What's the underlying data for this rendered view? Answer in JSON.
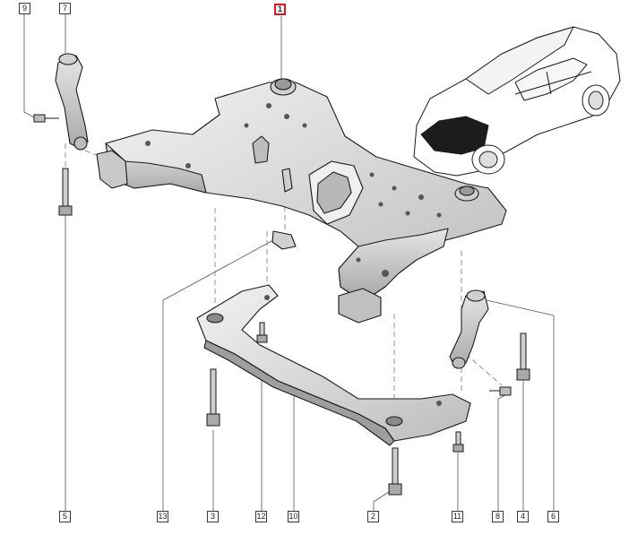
{
  "diagram": {
    "callouts": [
      {
        "id": "9",
        "label": "9",
        "highlight": false
      },
      {
        "id": "7",
        "label": "7",
        "highlight": false
      },
      {
        "id": "1",
        "label": "1",
        "highlight": true
      },
      {
        "id": "5",
        "label": "5",
        "highlight": false
      },
      {
        "id": "13",
        "label": "13",
        "highlight": false
      },
      {
        "id": "3",
        "label": "3",
        "highlight": false
      },
      {
        "id": "12",
        "label": "12",
        "highlight": false
      },
      {
        "id": "10",
        "label": "10",
        "highlight": false
      },
      {
        "id": "2",
        "label": "2",
        "highlight": false
      },
      {
        "id": "11",
        "label": "11",
        "highlight": false
      },
      {
        "id": "8",
        "label": "8",
        "highlight": false
      },
      {
        "id": "4",
        "label": "4",
        "highlight": false
      },
      {
        "id": "6",
        "label": "6",
        "highlight": false
      }
    ],
    "colors": {
      "line": "#1a1a1a",
      "shade": "#d6d6d6",
      "shade_dark": "#a8a8a8",
      "highlight_border": "#e0141e",
      "leader": "#555555"
    }
  }
}
